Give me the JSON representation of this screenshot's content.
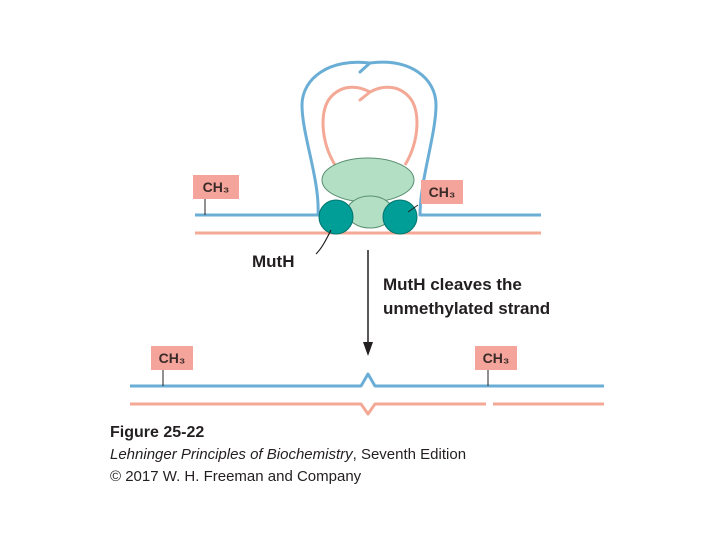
{
  "diagram": {
    "ch3_label": "CH₃",
    "muth_label": "MutH",
    "step_label_line1": "MutH cleaves the",
    "step_label_line2": "unmethylated strand"
  },
  "caption": {
    "figure": "Figure 25-22",
    "book_title": "Lehninger Principles of Biochemistry",
    "edition": ", Seventh Edition",
    "copyright": "© 2017 W. H. Freeman and Company"
  },
  "colors": {
    "methylated_strand": "#6aaed6",
    "unmethylated_strand": "#f4a896",
    "protein_light": "#b3dfc4",
    "muth": "#009e97"
  }
}
